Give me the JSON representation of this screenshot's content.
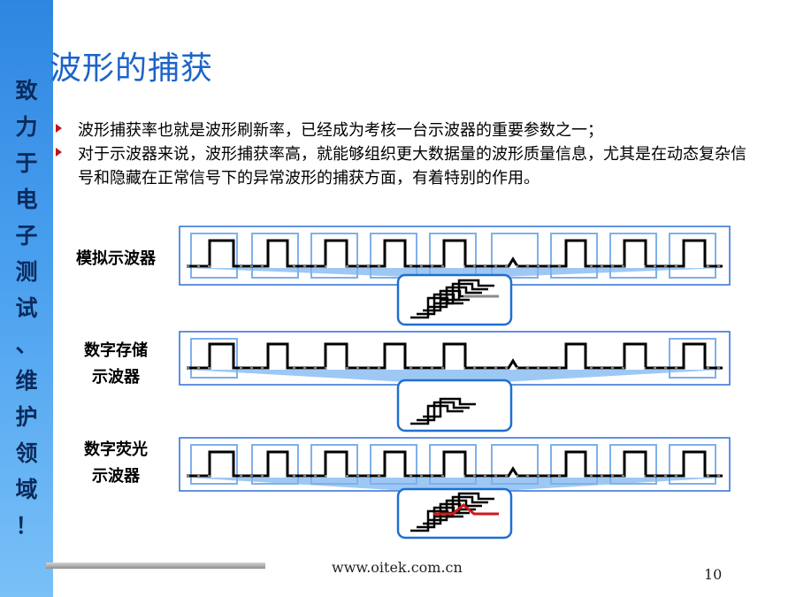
{
  "sidebar": {
    "slogan_chars": [
      "致",
      "力",
      "于",
      "电",
      "子",
      "测",
      "试",
      "、",
      "维",
      "护",
      "领",
      "域",
      "！"
    ]
  },
  "slide": {
    "title": "波形的捕获",
    "bullets": [
      "波形捕获率也就是波形刷新率，已经成为考核一台示波器的重要参数之一；",
      "对于示波器来说，波形捕获率高，就能够组织更大数据量的波形质量信息，尤其是在动态复杂信号和隐藏在正常信号下的异常波形的捕获方面，有着特别的作用。"
    ]
  },
  "scopes": [
    {
      "label_lines": [
        "模拟示波器"
      ],
      "highlight_color": "#8a8a8a"
    },
    {
      "label_lines": [
        "数字存储",
        "示波器"
      ],
      "highlight_color": ""
    },
    {
      "label_lines": [
        "数字荧光",
        "示波器"
      ],
      "highlight_color": "#d01818"
    }
  ],
  "colors": {
    "title": "#1d64c8",
    "bullet_mark": "#c0141a",
    "frame_border": "#2f6fd6",
    "window_border": "#7fb0ea",
    "fan": "#8dbef2",
    "zoom_border": "#1f6fd0"
  },
  "footer": {
    "url": "www.oitek.com.cn",
    "page_number": "10"
  }
}
